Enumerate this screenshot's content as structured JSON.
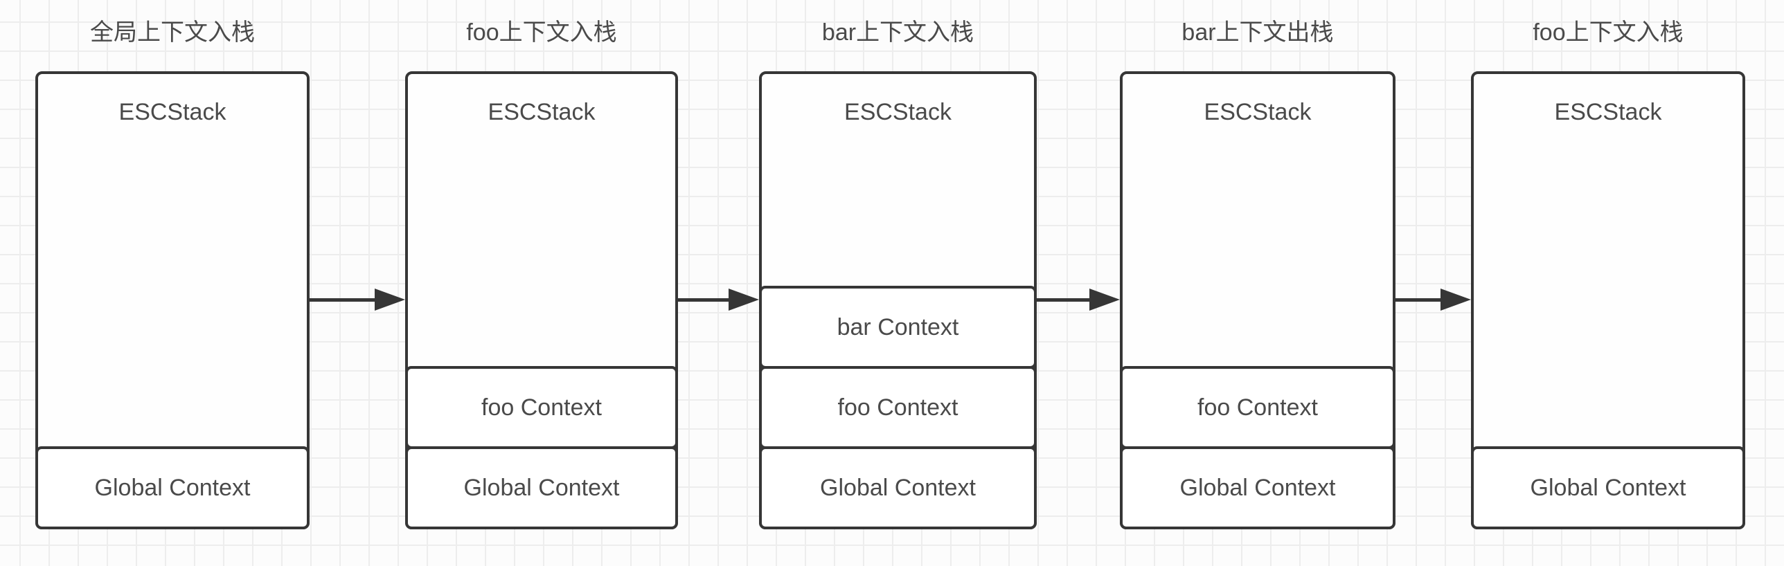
{
  "diagram": {
    "description_domain": "execution-context-stack-stages",
    "stacks": [
      {
        "title": "全局上下文入栈",
        "label": "ESCStack",
        "contexts": [
          "Global Context"
        ]
      },
      {
        "title": "foo上下文入栈",
        "label": "ESCStack",
        "contexts": [
          "foo Context",
          "Global Context"
        ]
      },
      {
        "title": "bar上下文入栈",
        "label": "ESCStack",
        "contexts": [
          "bar Context",
          "foo Context",
          "Global Context"
        ]
      },
      {
        "title": "bar上下文出栈",
        "label": "ESCStack",
        "contexts": [
          "foo Context",
          "Global Context"
        ]
      },
      {
        "title": "foo上下文入栈",
        "label": "ESCStack",
        "contexts": [
          "Global Context"
        ]
      }
    ],
    "colors": {
      "border": "#363636",
      "text": "#4a4a4a",
      "grid_line": "#ededed",
      "canvas_background": "#fcfcfc",
      "box_background": "#ffffff"
    }
  }
}
